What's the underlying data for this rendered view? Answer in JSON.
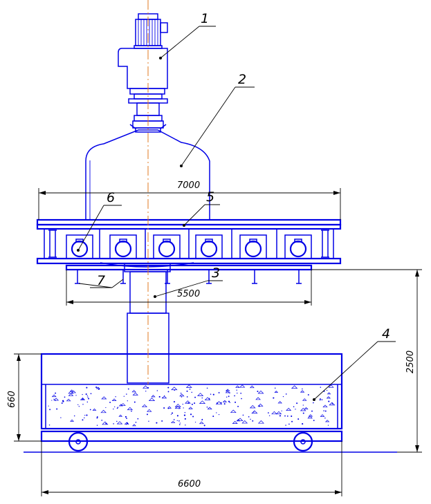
{
  "callouts": {
    "c1": "1",
    "c2": "2",
    "c3": "3",
    "c4": "4",
    "c5": "5",
    "c6": "6",
    "c7": "7"
  },
  "dimensions": {
    "width_beam": "7000",
    "width_lower": "5500",
    "height_total": "2500",
    "height_form": "660",
    "width_base": "6600"
  },
  "colors": {
    "lines": "#0000e6",
    "axis": "#e07a1f",
    "text": "#000000"
  }
}
